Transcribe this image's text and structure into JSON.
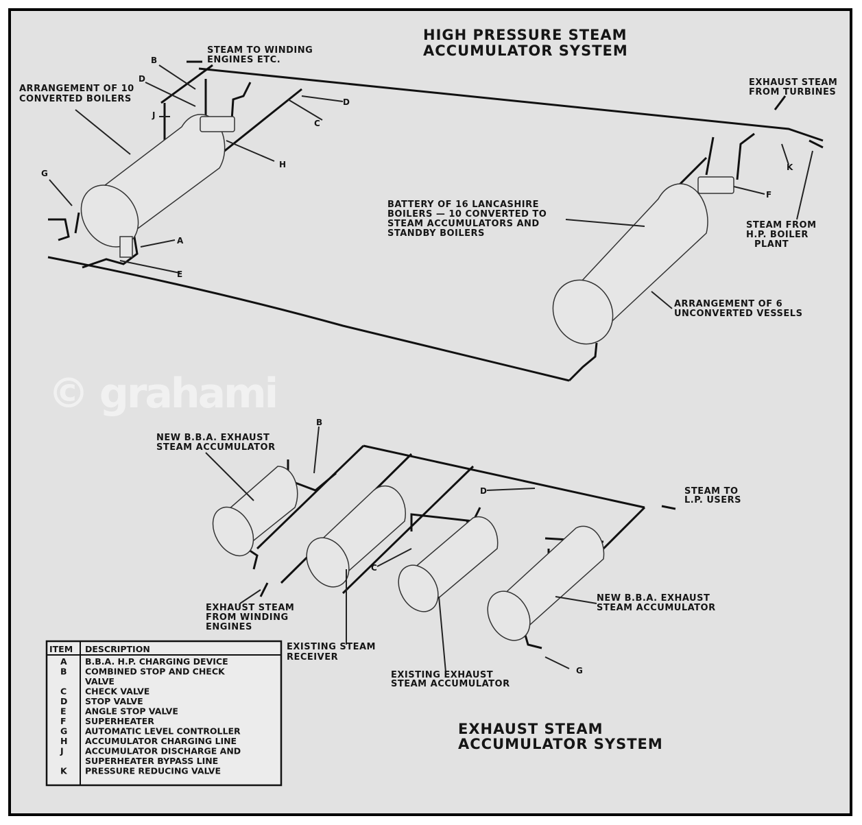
{
  "hp_title": [
    "HIGH PRESSURE STEAM",
    "ACCUMULATOR SYSTEM"
  ],
  "ex_title": [
    "EXHAUST STEAM",
    "ACCUMULATOR SYSTEM"
  ],
  "labels": {
    "steam_to_winding": [
      "STEAM TO WINDING",
      "ENGINES ETC."
    ],
    "arrangement_10": [
      "ARRANGEMENT OF 10",
      "CONVERTED BOILERS"
    ],
    "exhaust_turbines": [
      "EXHAUST STEAM",
      "FROM TURBINES"
    ],
    "battery": [
      "BATTERY OF 16 LANCASHIRE",
      "BOILERS — 10 CONVERTED TO",
      "STEAM ACCUMULATORS AND",
      "STANDBY BOILERS"
    ],
    "steam_from_hp": [
      "STEAM FROM",
      "H.P. BOILER",
      "PLANT"
    ],
    "arrangement_6": [
      "ARRANGEMENT OF 6",
      "UNCONVERTED VESSELS"
    ],
    "new_bba_1": [
      "NEW B.B.A. EXHAUST",
      "STEAM ACCUMULATOR"
    ],
    "steam_to_lp": [
      "STEAM TO",
      "L.P. USERS"
    ],
    "exhaust_winding": [
      "EXHAUST STEAM",
      "FROM WINDING",
      "ENGINES"
    ],
    "existing_receiver": [
      "EXISTING STEAM",
      "RECEIVER"
    ],
    "new_bba_2": [
      "NEW B.B.A. EXHAUST",
      "STEAM ACCUMULATOR"
    ],
    "existing_exhaust": [
      "EXISTING EXHAUST",
      "STEAM ACCUMULATOR"
    ]
  },
  "letters": {
    "b1": "B",
    "d1": "D",
    "j1": "J",
    "c1": "C",
    "d2": "D",
    "h1": "H",
    "g1": "G",
    "a1": "A",
    "e1": "E",
    "f1": "F",
    "k1": "K",
    "b2": "B",
    "d3": "D",
    "c2": "C",
    "g2": "G"
  },
  "watermark": "© grahami",
  "legend": {
    "headers": [
      "ITEM",
      "DESCRIPTION"
    ],
    "rows": [
      {
        "item": "A",
        "desc": "B.B.A. H.P. CHARGING DEVICE"
      },
      {
        "item": "B",
        "desc": "COMBINED STOP AND CHECK"
      },
      {
        "item": "",
        "desc": "VALVE"
      },
      {
        "item": "C",
        "desc": "CHECK VALVE"
      },
      {
        "item": "D",
        "desc": "STOP VALVE"
      },
      {
        "item": "E",
        "desc": "ANGLE STOP VALVE"
      },
      {
        "item": "F",
        "desc": "SUPERHEATER"
      },
      {
        "item": "G",
        "desc": "AUTOMATIC LEVEL CONTROLLER"
      },
      {
        "item": "H",
        "desc": "ACCUMULATOR CHARGING LINE"
      },
      {
        "item": "J",
        "desc": "ACCUMULATOR DISCHARGE AND"
      },
      {
        "item": "",
        "desc": "SUPERHEATER BYPASS LINE"
      },
      {
        "item": "K",
        "desc": "PRESSURE REDUCING VALVE"
      }
    ]
  }
}
